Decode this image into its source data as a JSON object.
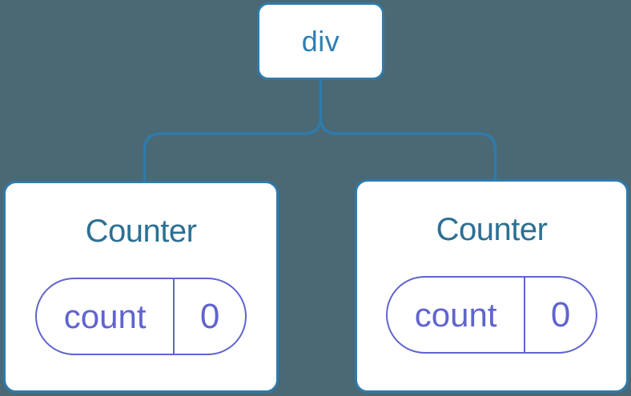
{
  "diagram": {
    "type": "component-tree",
    "root": {
      "label": "div"
    },
    "children": [
      {
        "title": "Counter",
        "state": {
          "key": "count",
          "value": "0"
        }
      },
      {
        "title": "Counter",
        "state": {
          "key": "count",
          "value": "0"
        }
      }
    ]
  },
  "theme": {
    "bg": "#4b6875",
    "line": "#2f7bab",
    "edge": "#2f7bab",
    "node_bg": "#ffffff",
    "root_label": "#3080b3",
    "title": "#2c7093",
    "accent": "#6064cf"
  }
}
